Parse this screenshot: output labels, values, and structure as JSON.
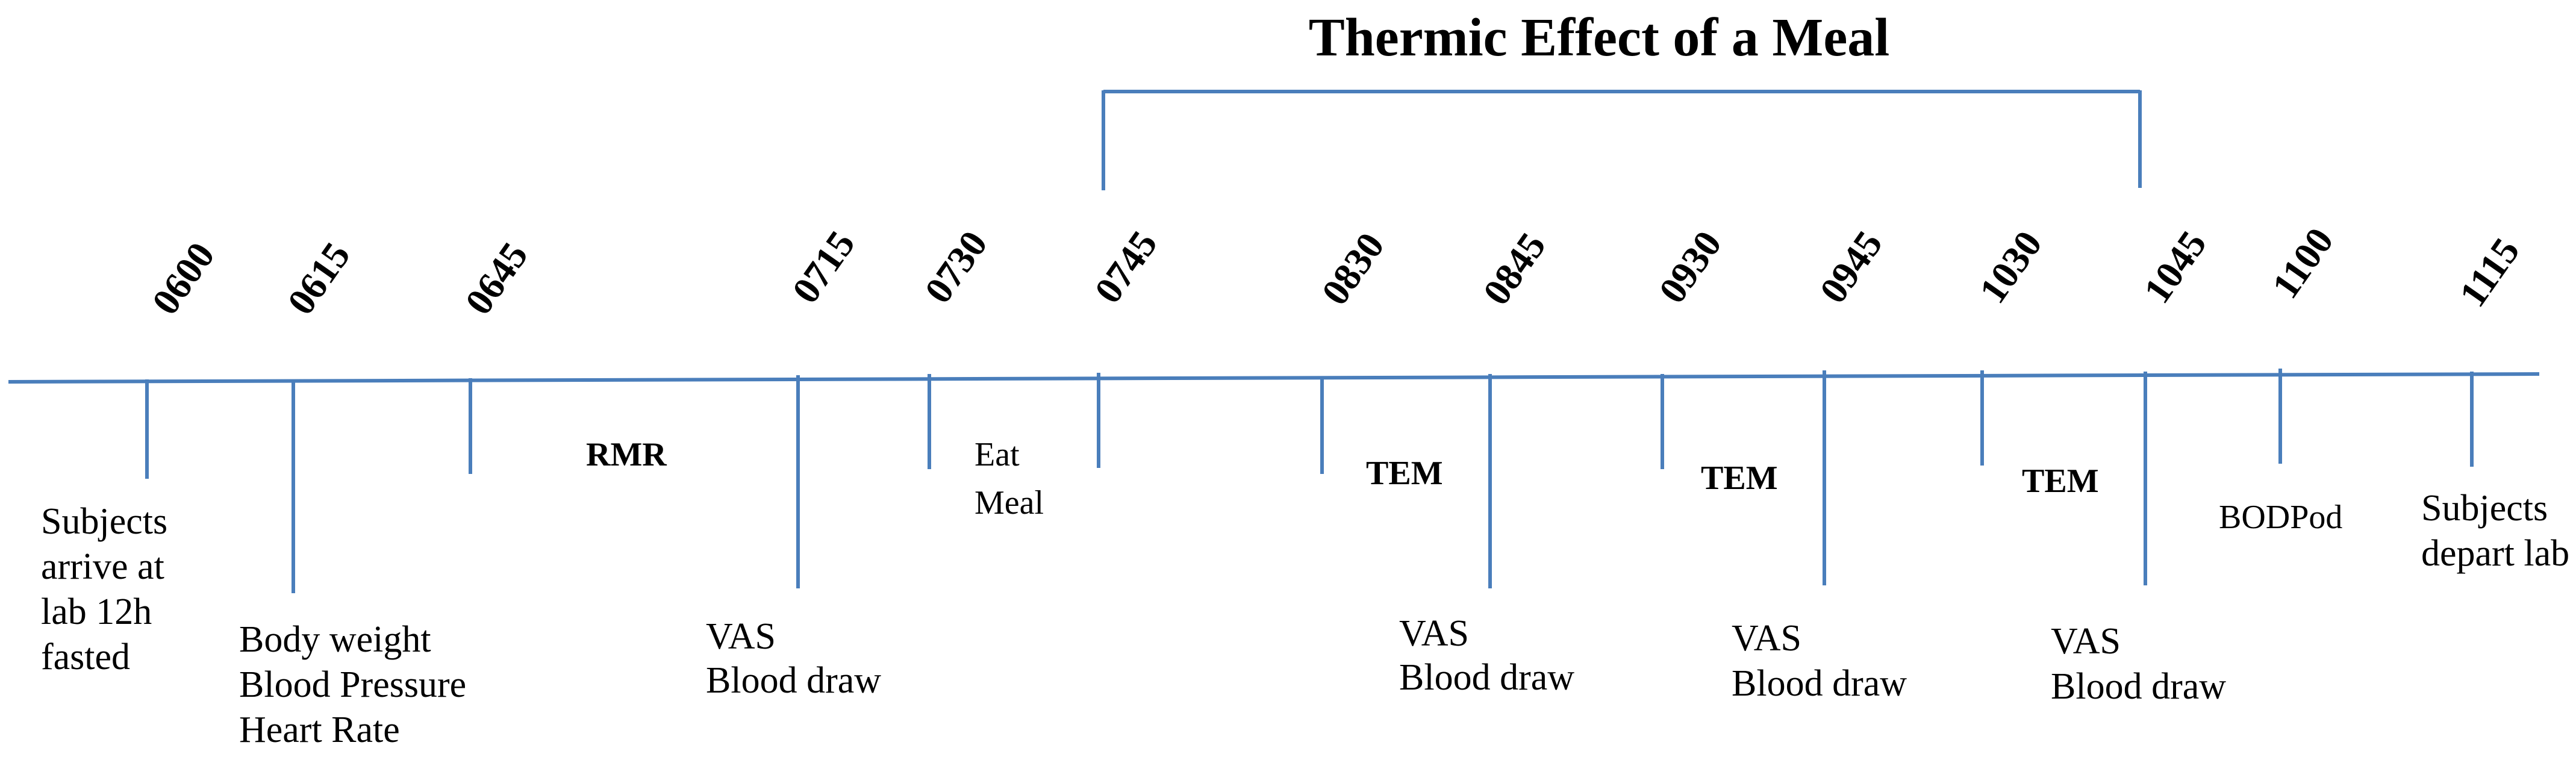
{
  "title": "Thermic Effect of a Meal",
  "colors": {
    "line": "#4a7ebb",
    "text": "#000000"
  },
  "times": [
    "0600",
    "0615",
    "0645",
    "0715",
    "0730",
    "0745",
    "0830",
    "0845",
    "0930",
    "0945",
    "1030",
    "1045",
    "1100",
    "1115"
  ],
  "events": {
    "arrive": [
      "Subjects",
      "arrive at",
      "lab 12h",
      "fasted"
    ],
    "body": [
      "Body weight",
      "Blood Pressure",
      "Heart Rate"
    ],
    "rmr": "RMR",
    "vas_1": [
      "VAS",
      "Blood draw"
    ],
    "eat": [
      "Eat",
      "Meal"
    ],
    "tem_1": "TEM",
    "vas_2": [
      "VAS",
      "Blood draw"
    ],
    "tem_2": "TEM",
    "vas_3": [
      "VAS",
      "Blood draw"
    ],
    "tem_3": "TEM",
    "vas_4": [
      "VAS",
      "Blood draw"
    ],
    "bodpod": "BODPod",
    "depart": [
      "Subjects",
      "depart lab"
    ]
  }
}
